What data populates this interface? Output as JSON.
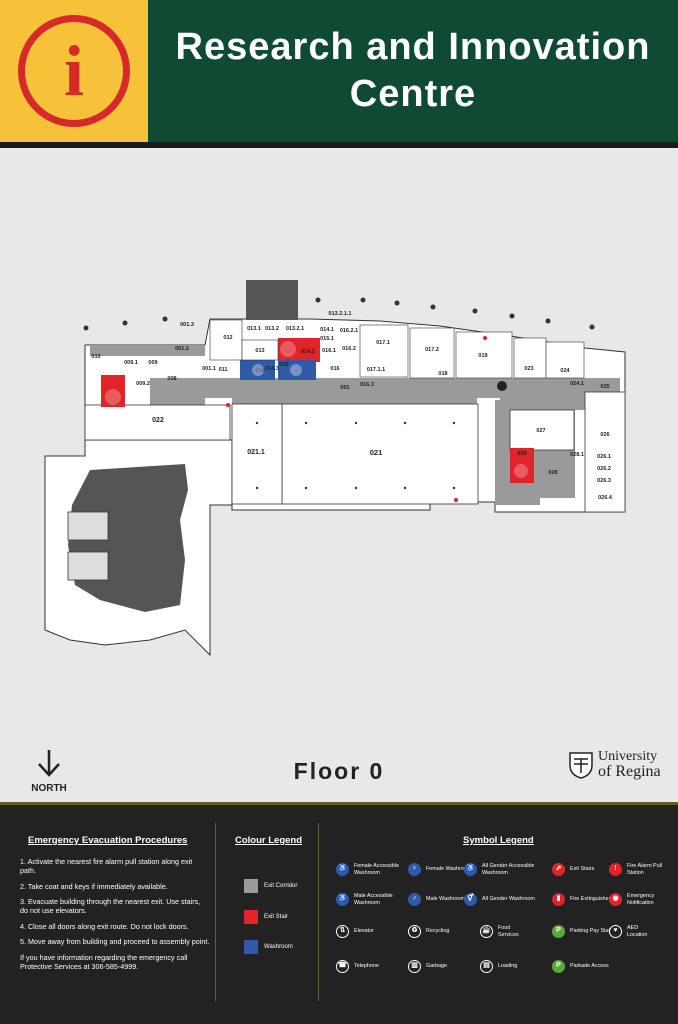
{
  "header": {
    "title_line1": "Research and Innovation",
    "title_line2": "Centre",
    "info_glyph": "i"
  },
  "map": {
    "rooms": {
      "r010": "010",
      "r009_1": "009.1",
      "r009": "009",
      "r009_2": "009.2",
      "r008": "008",
      "r001_1": "001.1",
      "r001_2": "001.2",
      "r001_3": "001.3",
      "r011": "011",
      "r012": "012",
      "r013": "013",
      "r013_1": "013.1",
      "r013_2": "013.2",
      "r013_2_1": "013.2.1",
      "r013_2_1_1": "013.2.1.1",
      "r014": "014",
      "r014_1": "014.1",
      "r014_2": "014.2",
      "r014_3": "014.3",
      "r015": "015",
      "r015_1": "015.1",
      "r016": "016",
      "r016_1": "016.1",
      "r016_2": "016.2",
      "r016_2_1": "016.2.1",
      "r016_3": "016.3",
      "r017_1": "017.1",
      "r017_1_1": "017.1.1",
      "r017_2": "017.2",
      "r018": "018",
      "r019": "019",
      "r001": "001",
      "r022": "022",
      "r021_1": "021.1",
      "r021": "021",
      "r023": "023",
      "r024": "024",
      "r024_1": "024.1",
      "r025": "025",
      "r026": "026",
      "r026_1": "026.1",
      "r026_2": "026.2",
      "r026_3": "026.3",
      "r026_4": "026.4",
      "r027": "027",
      "r028": "028",
      "r028_1": "028.1",
      "r029": "029"
    },
    "colors": {
      "corridor": "#9a9a9a",
      "exit_stair": "#e0242a",
      "washroom": "#2e5aa8",
      "building": "#ffffff",
      "auditorium": "#555555"
    }
  },
  "north_label": "NORTH",
  "floor_label": "Floor 0",
  "university": {
    "line1": "University",
    "line2": "of Regina"
  },
  "procedures": {
    "title": "Emergency Evacuation Procedures",
    "steps": [
      "1. Activate the nearest fire alarm pull station along exit path.",
      "2. Take coat and keys if immediately available.",
      "3. Evacuate building through the nearest exit. Use stairs, do not use elevators.",
      "4. Close all doors along exit route. Do not lock doors.",
      "5. Move away from building and proceed to assembly point.",
      "If you have information regarding the emergency call Protective Services at 306-585-4999."
    ]
  },
  "colour_legend": {
    "title": "Colour Legend",
    "items": [
      {
        "label": "Exit Corridor",
        "color": "#9a9a9a"
      },
      {
        "label": "Exit Stair",
        "color": "#e0242a"
      },
      {
        "label": "Washroom",
        "color": "#2e5aa8"
      }
    ]
  },
  "symbol_legend": {
    "title": "Symbol Legend",
    "items": [
      {
        "label": "Female Accessible Washroom",
        "icon": "female-accessible-icon",
        "color": "#2e5aa8"
      },
      {
        "label": "Female Washroom",
        "icon": "female-icon",
        "color": "#2e5aa8"
      },
      {
        "label": "All Gender Accessible Washroom",
        "icon": "all-gender-accessible-icon",
        "color": "#2e5aa8"
      },
      {
        "label": "Exit Stairs",
        "icon": "exit-stairs-icon",
        "color": "#e0242a"
      },
      {
        "label": "Fire Alarm Pull Station",
        "icon": "fire-alarm-icon",
        "color": "#e0242a"
      },
      {
        "label": "Male Accessible Washroom",
        "icon": "male-accessible-icon",
        "color": "#2e5aa8"
      },
      {
        "label": "Male Washroom",
        "icon": "male-icon",
        "color": "#2e5aa8"
      },
      {
        "label": "All Gender Washroom",
        "icon": "all-gender-icon",
        "color": "#2e5aa8"
      },
      {
        "label": "Fire Extinguisher",
        "icon": "fire-extinguisher-icon",
        "color": "#e0242a"
      },
      {
        "label": "Emergency Notification",
        "icon": "emergency-notification-icon",
        "color": "#e0242a"
      },
      {
        "label": "Elevator",
        "icon": "elevator-icon",
        "color": "#222222"
      },
      {
        "label": "Recycling",
        "icon": "recycling-icon",
        "color": "#222222"
      },
      {
        "label": "Food Services",
        "icon": "food-services-icon",
        "color": "#222222"
      },
      {
        "label": "Parking Pay Station",
        "icon": "parking-pay-icon",
        "color": "#5aa83c"
      },
      {
        "label": "AED Location",
        "icon": "aed-icon",
        "color": "#222222"
      },
      {
        "label": "Telephone",
        "icon": "telephone-icon",
        "color": "#222222"
      },
      {
        "label": "Garbage",
        "icon": "garbage-icon",
        "color": "#222222"
      },
      {
        "label": "Loading",
        "icon": "loading-icon",
        "color": "#222222"
      },
      {
        "label": "Parkade Access",
        "icon": "parkade-icon",
        "color": "#5aa83c"
      }
    ]
  }
}
